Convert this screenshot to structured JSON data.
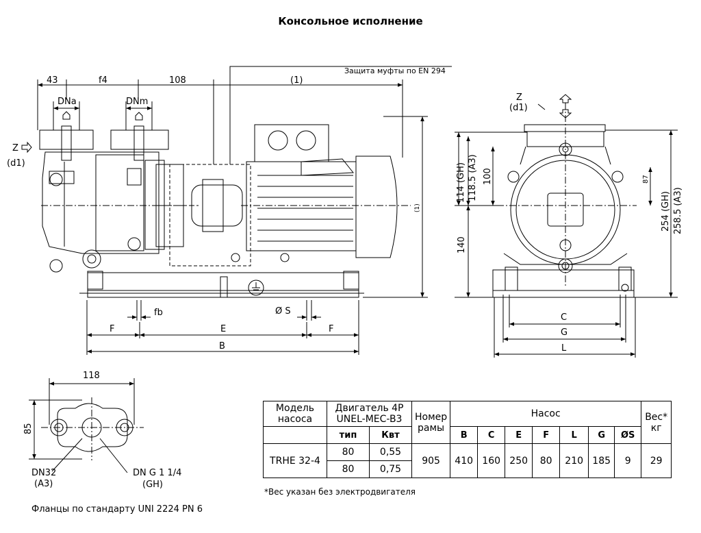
{
  "title": "Консольное исполнение",
  "labels": {
    "coupling_guard": "Защита муфты по EN 294",
    "dim_43": "43",
    "dim_f4": "f4",
    "dim_108": "108",
    "dim_1": "(1)",
    "dim_1_vert": "(1)",
    "dna": "DNa",
    "dnm": "DNm",
    "z": "Z",
    "d1": "(d1)",
    "fb": "fb",
    "phi_s": "Ø S",
    "dim_F": "F",
    "dim_E": "E",
    "dim_B": "B",
    "dim_C": "C",
    "dim_G": "G",
    "dim_L": "L",
    "v_114": "114 (GH)",
    "v_1185": "118.5 (A3)",
    "v_100": "100",
    "v_87": "87",
    "v_140": "140",
    "v_254": "254 (GH)",
    "v_2585": "258.5 (A3)",
    "flange_118": "118",
    "flange_85": "85",
    "dn32": "DN32",
    "a3": "(A3)",
    "dng": "DN G 1 1/4",
    "gh": "(GH)"
  },
  "flange_note": "Фланцы по стандарту UNI 2224 PN 6",
  "weight_note": "*Вес указан без электродвигателя",
  "table": {
    "h_model": "Модель насоса",
    "h_motor": "Двигатель 4P UNEL-MEC-B3",
    "h_frame": "Номер рамы",
    "h_pump": "Насос",
    "h_weight": "Вес* кг",
    "h_type": "тип",
    "h_kw": "Квт",
    "cols": [
      "B",
      "C",
      "E",
      "F",
      "L",
      "G",
      "ØS"
    ],
    "model": "TRHE 32-4",
    "types": [
      "80",
      "80"
    ],
    "kws": [
      "0,55",
      "0,75"
    ],
    "frame": "905",
    "values": [
      "410",
      "160",
      "250",
      "80",
      "210",
      "185",
      "9"
    ],
    "weight": "29"
  }
}
